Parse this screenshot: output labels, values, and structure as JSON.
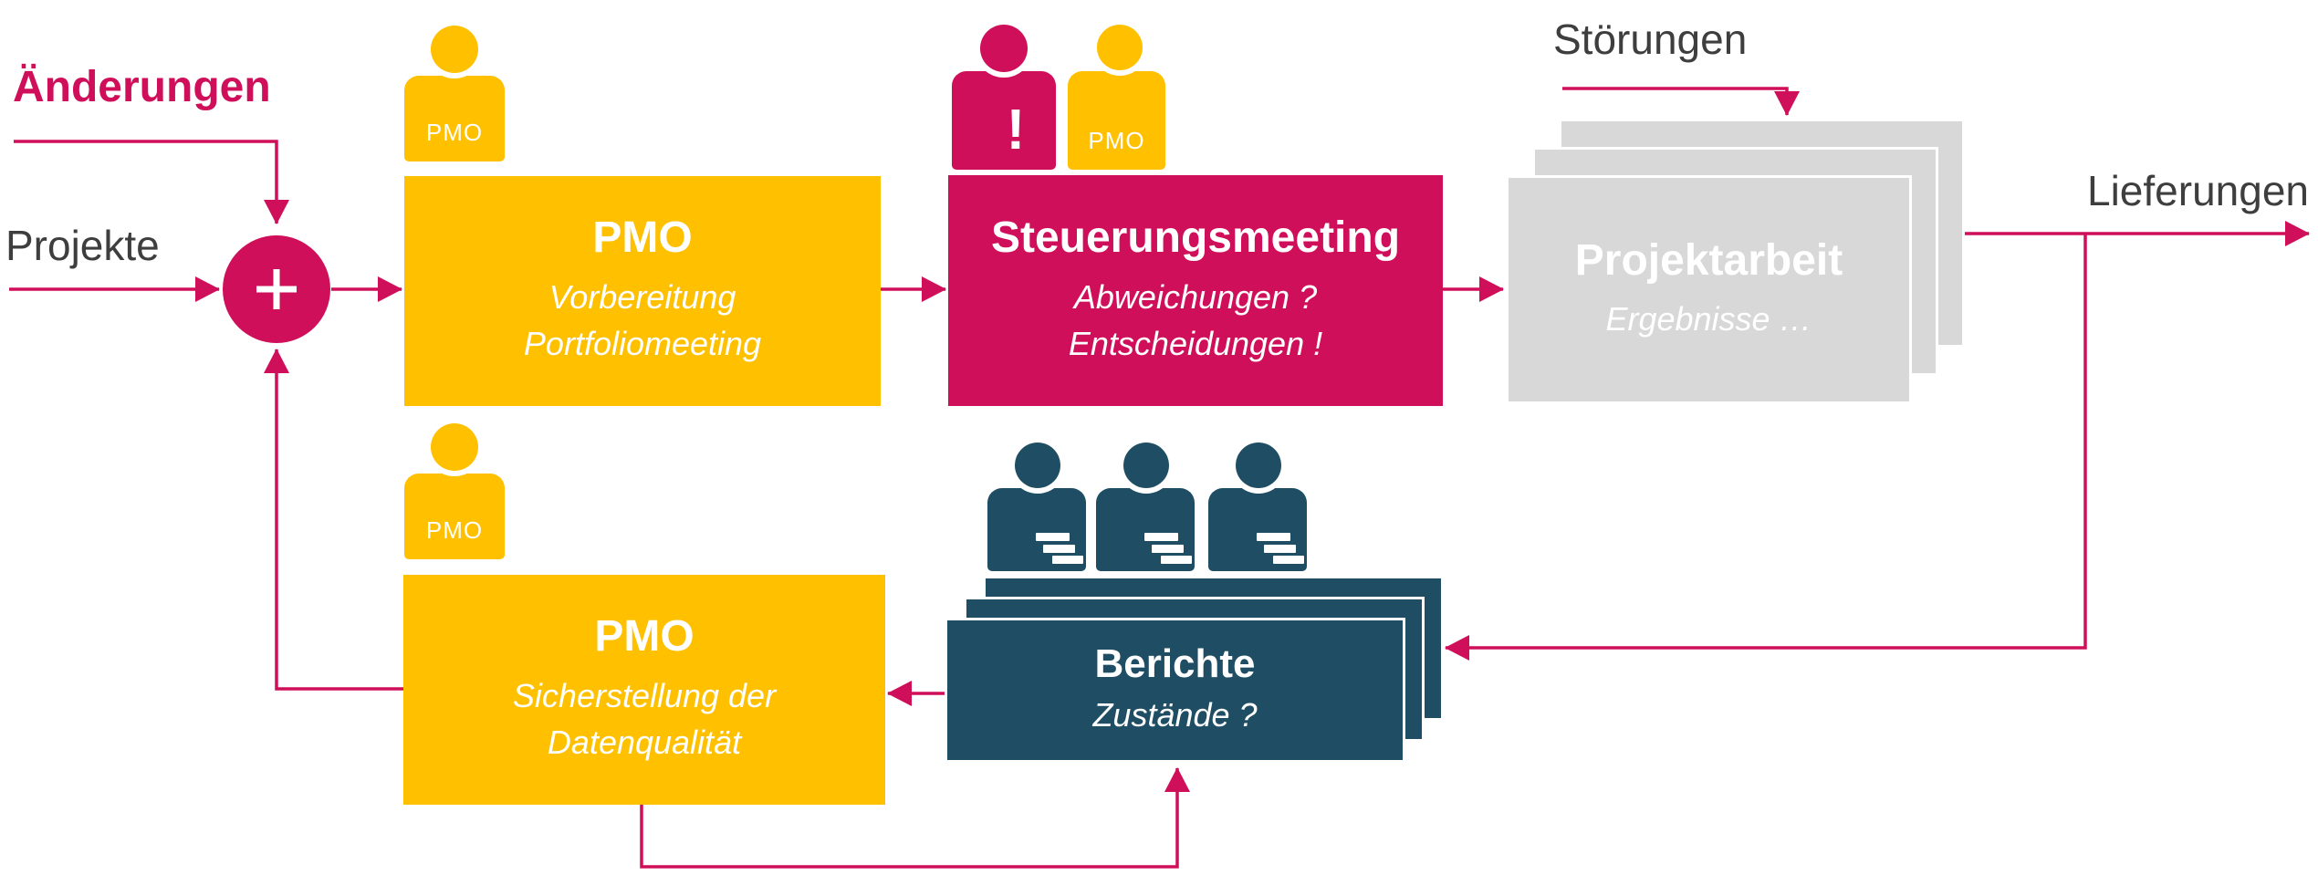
{
  "colors": {
    "magenta": "#d00f5a",
    "yellow": "#ffc000",
    "blue": "#1f4e64",
    "gray_box": "#d8d8d8",
    "label_gray": "#3e3e3e",
    "white": "#ffffff"
  },
  "labels": {
    "aenderungen": "Änderungen",
    "projekte": "Projekte",
    "stoerungen": "Störungen",
    "lieferungen": "Lieferungen",
    "plus": "+"
  },
  "badges": {
    "pmo": "PMO",
    "alert": "!"
  },
  "nodes": {
    "pmo_top": {
      "title": "PMO",
      "line1": "Vorbereitung",
      "line2": "Portfoliomeeting"
    },
    "steuerungsmeeting": {
      "title": "Steuerungsmeeting",
      "line1": "Abweichungen ?",
      "line2": "Entscheidungen !"
    },
    "projektarbeit": {
      "title": "Projektarbeit",
      "line1": "Ergebnisse …"
    },
    "berichte": {
      "title": "Berichte",
      "line1": "Zustände ?"
    },
    "pmo_bottom": {
      "title": "PMO",
      "line1": "Sicherstellung der",
      "line2": "Datenqualität"
    }
  }
}
